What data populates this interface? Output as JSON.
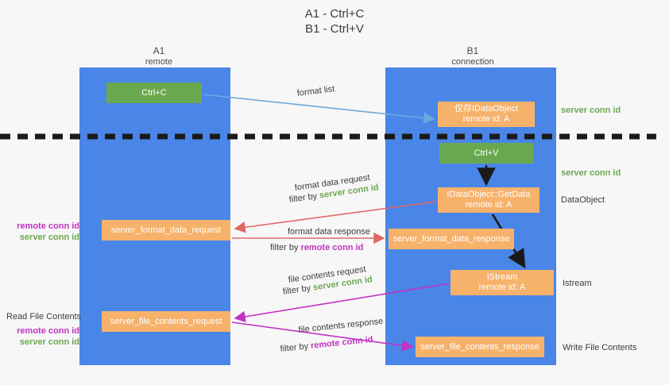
{
  "title": {
    "line1": "A1 - Ctrl+C",
    "line2": "B1 - Ctrl+V"
  },
  "lanes": [
    {
      "name": "A1",
      "sub": "remote",
      "color": "#4a86e8"
    },
    {
      "name": "B1",
      "sub": "connection",
      "color": "#4a86e8"
    }
  ],
  "colors": {
    "lane": "#4a86e8",
    "message_box": "#f6b26b",
    "action_box": "#6aa84f",
    "server_conn": "#6aa84f",
    "remote_conn": "#c233c2",
    "arrow_red": "#e06666",
    "arrow_blue": "#6fa8dc",
    "arrow_magenta": "#c233c2",
    "arrow_black": "#1a1a1a",
    "divider": "#1a1a1a"
  },
  "boxes": {
    "ctrl_c": "Ctrl+C",
    "ctrl_v": "Ctrl+V",
    "idataobject_title": "仅存IDataObject",
    "idataobject_sub": "remote id: A",
    "getdata_title": "IDataObject::GetData",
    "getdata_sub": "remote id: A",
    "istream_title": "IStream",
    "istream_sub": "remote id: A",
    "format_data_request": "server_format_data_request",
    "format_data_response": "server_format_data_response",
    "file_contents_request": "server_file_contents_request",
    "file_contents_response": "server_file_contents_response"
  },
  "arrow_labels": {
    "format_list": "format list",
    "format_data_request": "format data request",
    "format_data_request_filter_prefix": "filter by ",
    "format_data_request_filter_value": "server conn id",
    "format_data_response": "format data response",
    "format_data_response_filter_prefix": "filter by ",
    "format_data_response_filter_value": "remote conn id",
    "file_contents_request": "file contents request",
    "file_contents_request_filter_prefix": "filter by ",
    "file_contents_request_filter_value": "server conn id",
    "file_contents_response": "file contents response",
    "file_contents_response_filter_prefix": "filter by ",
    "file_contents_response_filter_value": "remote conn id"
  },
  "annotations": {
    "server_conn_top": "server conn id",
    "server_conn_second": "server conn id",
    "dataobject": "DataObject",
    "istream": "Istream",
    "write_file_contents": "Write File Contents",
    "read_file_contents": "Read File Contents",
    "left_remote_conn_1": "remote conn id",
    "left_server_conn_1": "server conn id",
    "left_remote_conn_2": "remote conn id",
    "left_server_conn_2": "server conn id"
  }
}
